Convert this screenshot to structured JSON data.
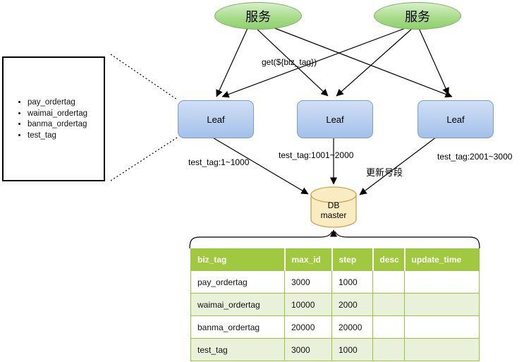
{
  "diagram": {
    "colors": {
      "service_fill": "#8FCE6F",
      "service_border": "#7DAF5F",
      "leaf_fill_top": "#CFE0F6",
      "leaf_fill_bottom": "#A4C0E9",
      "leaf_border": "#7E9CC9",
      "db_fill": "#FAECC2",
      "db_border": "#C7A44E",
      "table_header_green": "#A1C93F",
      "table_row_alt": "#E9F1DB",
      "connector": "#000000"
    },
    "services": [
      {
        "label": "服务"
      },
      {
        "label": "服务"
      }
    ],
    "request_label": "get(${biz_tag})",
    "leaves": [
      {
        "label": "Leaf"
      },
      {
        "label": "Leaf"
      },
      {
        "label": "Leaf"
      }
    ],
    "biz_list": {
      "items": [
        "pay_ordertag",
        "waimai_ordertag",
        "banma_ordertag",
        "test_tag"
      ]
    },
    "edge_labels": {
      "leaf1_range": "test_tag:1~1000",
      "leaf2_range": "test_tag:1001~2000",
      "leaf3_range": "test_tag:2001~3000",
      "update_segment": "更新号段"
    },
    "db": {
      "line1": "DB",
      "line2": "master"
    }
  },
  "table": {
    "headers": [
      "biz_tag",
      "max_id",
      "step",
      "desc",
      "update_time"
    ],
    "rows": [
      [
        "pay_ordertag",
        "3000",
        "1000",
        "",
        ""
      ],
      [
        "waimai_ordertag",
        "10000",
        "2000",
        "",
        ""
      ],
      [
        "banma_ordertag",
        "20000",
        "20000",
        "",
        ""
      ],
      [
        "test_tag",
        "3000",
        "1000",
        "",
        ""
      ]
    ]
  }
}
